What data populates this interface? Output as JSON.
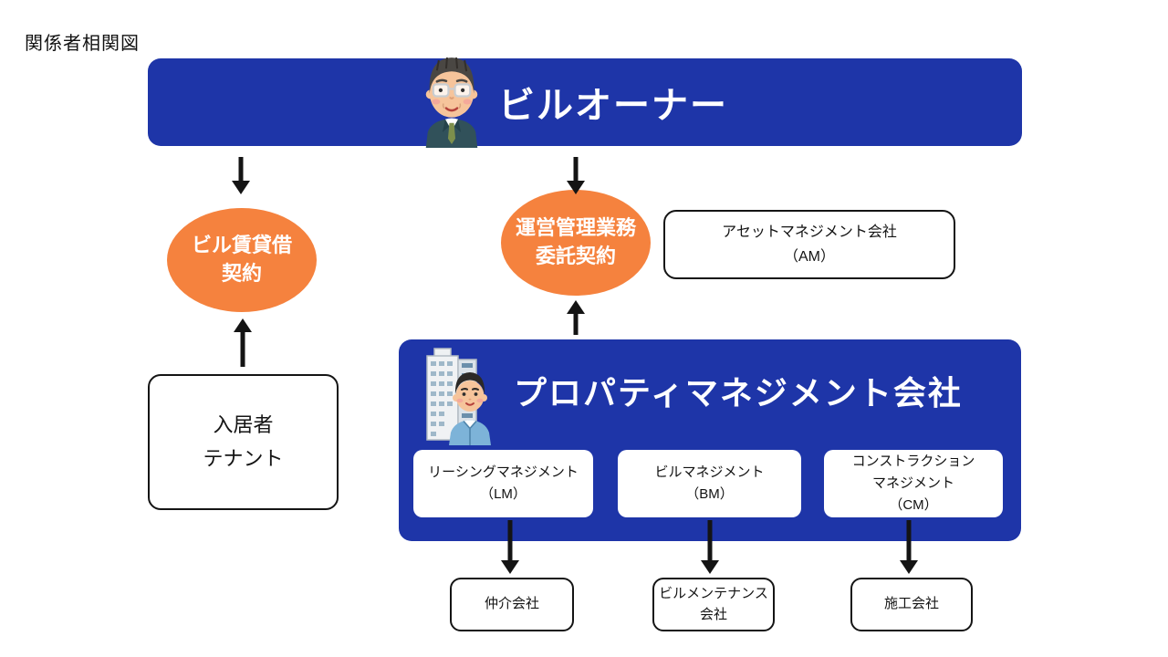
{
  "page": {
    "title": "関係者相関図"
  },
  "colors": {
    "primary_blue": "#1e35a8",
    "accent_orange": "#f5823e",
    "line_black": "#141414",
    "box_white": "#ffffff"
  },
  "owner_banner": {
    "label": "ビルオーナー",
    "icon": "businessman-icon"
  },
  "lease_contract": {
    "line1": "ビル賃貸借",
    "line2": "契約"
  },
  "management_contract": {
    "line1": "運営管理業務",
    "line2": "委託契約"
  },
  "am_company": {
    "line1": "アセットマネジメント会社",
    "line2": "（AM）"
  },
  "tenant": {
    "line1": "入居者",
    "line2": "テナント"
  },
  "pm_company": {
    "title": "プロパティマネジメント会社",
    "icon": "building-worker-icon",
    "departments": [
      {
        "line1": "リーシングマネジメント",
        "line2": "（LM）",
        "line3": ""
      },
      {
        "line1": "ビルマネジメント",
        "line2": "（BM）",
        "line3": ""
      },
      {
        "line1": "コンストラクション",
        "line2": "マネジメント",
        "line3": "（CM）"
      }
    ]
  },
  "partners": [
    {
      "line1": "仲介会社",
      "line2": ""
    },
    {
      "line1": "ビルメンテナンス",
      "line2": "会社"
    },
    {
      "line1": "施工会社",
      "line2": ""
    }
  ]
}
